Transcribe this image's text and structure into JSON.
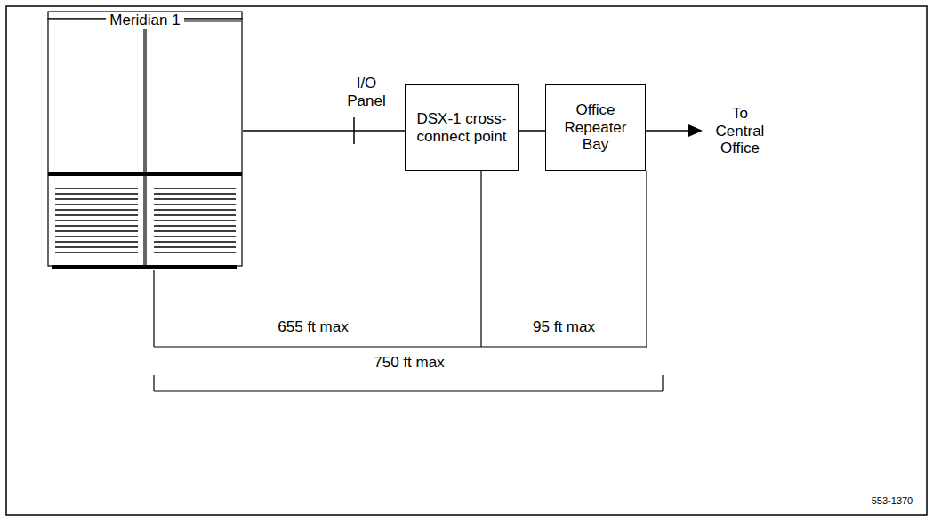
{
  "diagram": {
    "nodes": [
      {
        "text": [
          "Meridian 1"
        ]
      },
      {
        "text": [
          "DSX-1 cross-connect point"
        ]
      },
      {
        "text": [
          "Office Repeater Bay"
        ]
      }
    ],
    "edges": [
      {
        "from": 0,
        "to": 1,
        "arrow": "none"
      },
      {
        "from": 1,
        "to": 2,
        "arrow": "none"
      }
    ],
    "labels": [
      "I/O Panel",
      "To Central Office",
      "655 ft max",
      "95 ft max",
      "750 ft max",
      "553-1370"
    ]
  }
}
